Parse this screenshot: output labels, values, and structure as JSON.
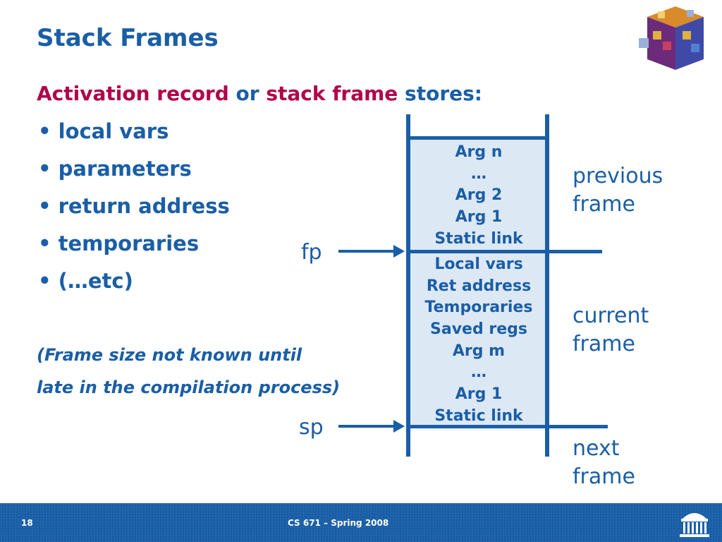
{
  "slide": {
    "title": "Stack Frames",
    "heading": {
      "part1": "Activation record",
      "part2": " or ",
      "part3": "stack frame",
      "part4": " stores:"
    },
    "bullets": [
      "• local vars",
      "• parameters",
      "• return address",
      "• temporaries",
      "• (…etc)"
    ],
    "note_line1": "(Frame size not known until",
    "note_line2": "late in the compilation process)"
  },
  "stack": {
    "previous_frame_cells": [
      "Arg n",
      "…",
      "Arg 2",
      "Arg 1",
      "Static link"
    ],
    "current_frame_cells": [
      "Local vars",
      "Ret address",
      "Temporaries",
      "Saved regs",
      "Arg m",
      "…",
      "Arg 1",
      "Static link"
    ],
    "fp_label": "fp",
    "sp_label": "sp",
    "previous_frame_label": [
      "previous",
      "frame"
    ],
    "current_frame_label": [
      "current",
      "frame"
    ],
    "next_frame_label": [
      "next",
      "frame"
    ]
  },
  "footer": {
    "page_number": "18",
    "course": "CS 671 – Spring 2008"
  },
  "colors": {
    "primary_blue": "#1a5ea6",
    "highlight": "#b0004a",
    "stack_fill": "#dde8f5"
  }
}
